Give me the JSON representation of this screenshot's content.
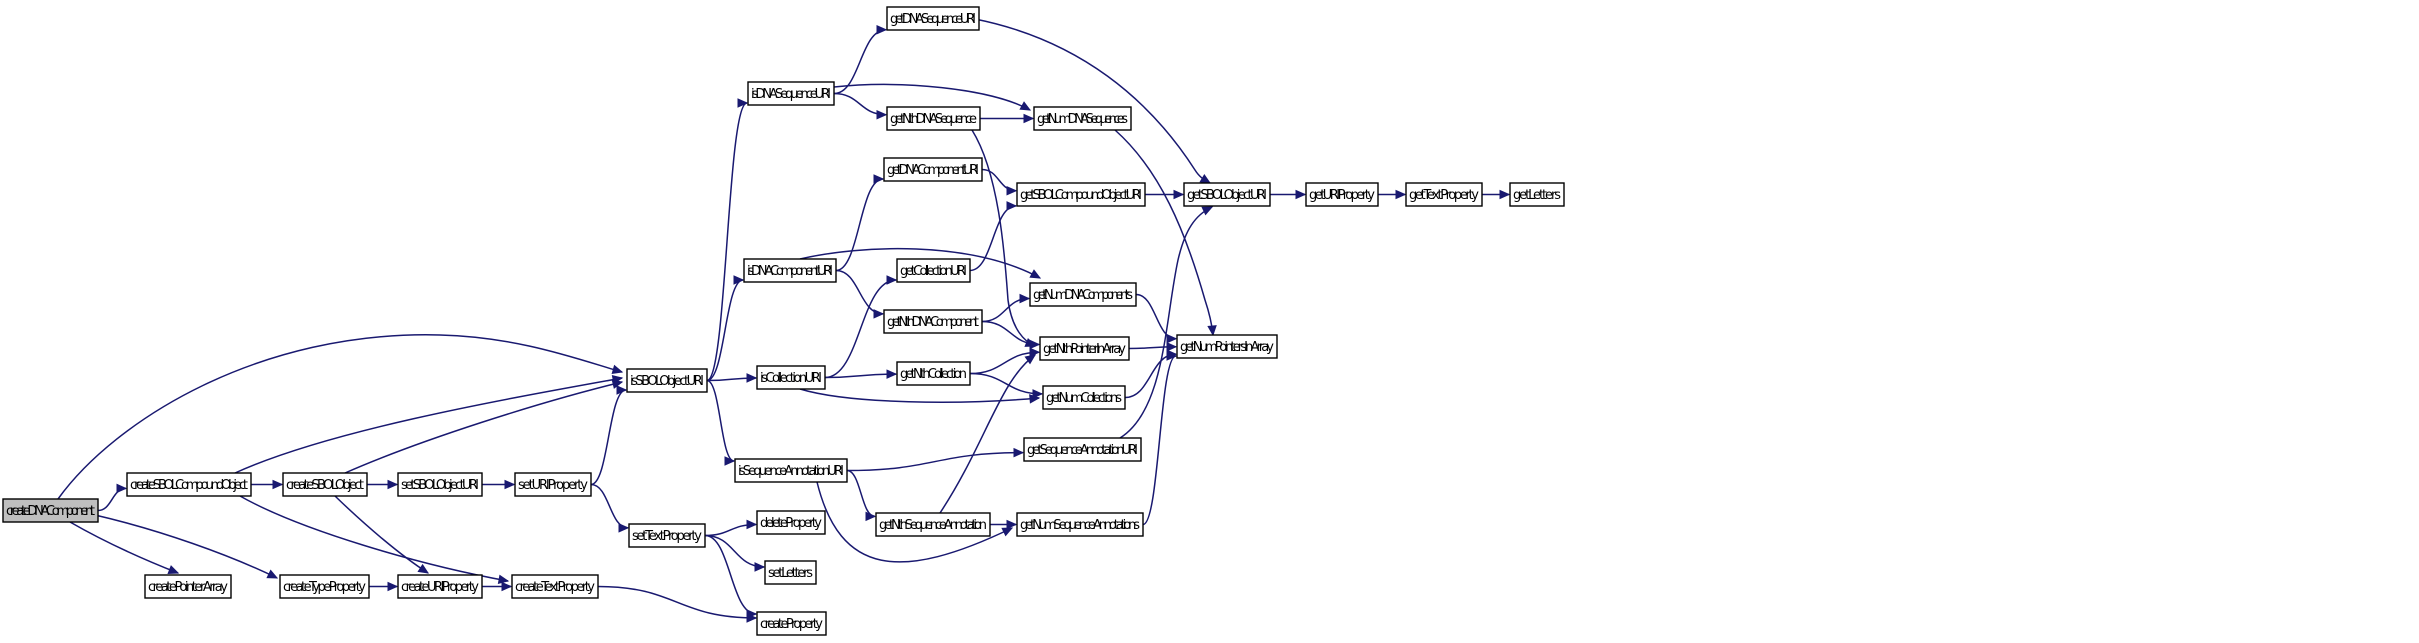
{
  "diagram": {
    "type": "call-graph",
    "root": "createDNAComponent",
    "nodes": [
      {
        "id": "createDNAComponent",
        "label": "createDNAComponent",
        "root": true
      },
      {
        "id": "createSBOLCompoundObject",
        "label": "createSBOLCompoundObject"
      },
      {
        "id": "createPointerArray",
        "label": "createPointerArray"
      },
      {
        "id": "createTypeProperty",
        "label": "createTypeProperty"
      },
      {
        "id": "createSBOLObject",
        "label": "createSBOLObject"
      },
      {
        "id": "createURIProperty",
        "label": "createURIProperty"
      },
      {
        "id": "setSBOLObjectURI",
        "label": "setSBOLObjectURI"
      },
      {
        "id": "createTextProperty",
        "label": "createTextProperty"
      },
      {
        "id": "setURIProperty",
        "label": "setURIProperty"
      },
      {
        "id": "isSBOLObjectURI",
        "label": "isSBOLObjectURI"
      },
      {
        "id": "setTextProperty",
        "label": "setTextProperty"
      },
      {
        "id": "isDNASequenceURI",
        "label": "isDNASequenceURI"
      },
      {
        "id": "isDNAComponentURI",
        "label": "isDNAComponentURI"
      },
      {
        "id": "isCollectionURI",
        "label": "isCollectionURI"
      },
      {
        "id": "isSequenceAnnotationURI",
        "label": "isSequenceAnnotationURI"
      },
      {
        "id": "deleteProperty",
        "label": "deleteProperty"
      },
      {
        "id": "setLetters",
        "label": "setLetters"
      },
      {
        "id": "createProperty",
        "label": "createProperty"
      },
      {
        "id": "getDNASequenceURI",
        "label": "getDNASequenceURI"
      },
      {
        "id": "getNthDNASequence",
        "label": "getNthDNASequence"
      },
      {
        "id": "getDNAComponentURI",
        "label": "getDNAComponentURI"
      },
      {
        "id": "getCollectionURI",
        "label": "getCollectionURI"
      },
      {
        "id": "getNthDNAComponent",
        "label": "getNthDNAComponent"
      },
      {
        "id": "getNthCollection",
        "label": "getNthCollection"
      },
      {
        "id": "getNthSequenceAnnotation",
        "label": "getNthSequenceAnnotation"
      },
      {
        "id": "getNumDNASequences",
        "label": "getNumDNASequences"
      },
      {
        "id": "getSBOLCompoundObjectURI",
        "label": "getSBOLCompoundObjectURI"
      },
      {
        "id": "getNumDNAComponents",
        "label": "getNumDNAComponents"
      },
      {
        "id": "getNthPointerInArray",
        "label": "getNthPointerInArray"
      },
      {
        "id": "getNumCollections",
        "label": "getNumCollections"
      },
      {
        "id": "getSequenceAnnotationURI",
        "label": "getSequenceAnnotationURI"
      },
      {
        "id": "getNumSequenceAnnotations",
        "label": "getNumSequenceAnnotations"
      },
      {
        "id": "getSBOLObjectURI",
        "label": "getSBOLObjectURI"
      },
      {
        "id": "getNumPointersInArray",
        "label": "getNumPointersInArray"
      },
      {
        "id": "getURIProperty",
        "label": "getURIProperty"
      },
      {
        "id": "getTextProperty",
        "label": "getTextProperty"
      },
      {
        "id": "getLetters",
        "label": "getLetters"
      }
    ],
    "edges": [
      [
        "createDNAComponent",
        "createSBOLCompoundObject"
      ],
      [
        "createDNAComponent",
        "isSBOLObjectURI"
      ],
      [
        "createDNAComponent",
        "createPointerArray"
      ],
      [
        "createDNAComponent",
        "createTypeProperty"
      ],
      [
        "createSBOLCompoundObject",
        "createSBOLObject"
      ],
      [
        "createSBOLCompoundObject",
        "isSBOLObjectURI"
      ],
      [
        "createSBOLCompoundObject",
        "createTextProperty"
      ],
      [
        "createSBOLObject",
        "isSBOLObjectURI"
      ],
      [
        "createSBOLObject",
        "setSBOLObjectURI"
      ],
      [
        "createSBOLObject",
        "createURIProperty"
      ],
      [
        "setSBOLObjectURI",
        "setURIProperty"
      ],
      [
        "setURIProperty",
        "isSBOLObjectURI"
      ],
      [
        "setURIProperty",
        "setTextProperty"
      ],
      [
        "createTypeProperty",
        "createURIProperty"
      ],
      [
        "createURIProperty",
        "createTextProperty"
      ],
      [
        "createTextProperty",
        "createProperty"
      ],
      [
        "setTextProperty",
        "deleteProperty"
      ],
      [
        "setTextProperty",
        "setLetters"
      ],
      [
        "setTextProperty",
        "createProperty"
      ],
      [
        "isSBOLObjectURI",
        "isDNASequenceURI"
      ],
      [
        "isSBOLObjectURI",
        "isDNAComponentURI"
      ],
      [
        "isSBOLObjectURI",
        "isCollectionURI"
      ],
      [
        "isSBOLObjectURI",
        "isSequenceAnnotationURI"
      ],
      [
        "isDNASequenceURI",
        "getDNASequenceURI"
      ],
      [
        "isDNASequenceURI",
        "getNthDNASequence"
      ],
      [
        "isDNASequenceURI",
        "getNumDNASequences"
      ],
      [
        "isDNAComponentURI",
        "getDNAComponentURI"
      ],
      [
        "isDNAComponentURI",
        "getNthDNAComponent"
      ],
      [
        "isDNAComponentURI",
        "getNumDNAComponents"
      ],
      [
        "isCollectionURI",
        "getCollectionURI"
      ],
      [
        "isCollectionURI",
        "getNthCollection"
      ],
      [
        "isCollectionURI",
        "getNumCollections"
      ],
      [
        "isSequenceAnnotationURI",
        "getSequenceAnnotationURI"
      ],
      [
        "isSequenceAnnotationURI",
        "getNthSequenceAnnotation"
      ],
      [
        "isSequenceAnnotationURI",
        "getNumSequenceAnnotations"
      ],
      [
        "getNthDNASequence",
        "getNumDNASequences"
      ],
      [
        "getNthDNASequence",
        "getNthPointerInArray"
      ],
      [
        "getDNAComponentURI",
        "getSBOLCompoundObjectURI"
      ],
      [
        "getCollectionURI",
        "getSBOLCompoundObjectURI"
      ],
      [
        "getNthDNAComponent",
        "getNumDNAComponents"
      ],
      [
        "getNthDNAComponent",
        "getNthPointerInArray"
      ],
      [
        "getNthCollection",
        "getNthPointerInArray"
      ],
      [
        "getNthCollection",
        "getNumCollections"
      ],
      [
        "getNthSequenceAnnotation",
        "getNthPointerInArray"
      ],
      [
        "getNthSequenceAnnotation",
        "getNumSequenceAnnotations"
      ],
      [
        "getDNASequenceURI",
        "getSBOLObjectURI"
      ],
      [
        "getSBOLCompoundObjectURI",
        "getSBOLObjectURI"
      ],
      [
        "getSequenceAnnotationURI",
        "getSBOLObjectURI"
      ],
      [
        "getNumDNASequences",
        "getNumPointersInArray"
      ],
      [
        "getNumDNAComponents",
        "getNumPointersInArray"
      ],
      [
        "getNthPointerInArray",
        "getNumPointersInArray"
      ],
      [
        "getNumCollections",
        "getNumPointersInArray"
      ],
      [
        "getNumSequenceAnnotations",
        "getNumPointersInArray"
      ],
      [
        "getSBOLObjectURI",
        "getURIProperty"
      ],
      [
        "getURIProperty",
        "getTextProperty"
      ],
      [
        "getTextProperty",
        "getLetters"
      ]
    ]
  },
  "colors": {
    "edge": "#191970",
    "node_border": "#000000",
    "node_fill": "#ffffff",
    "root_fill": "#bfbfbf",
    "text": "#000000"
  }
}
